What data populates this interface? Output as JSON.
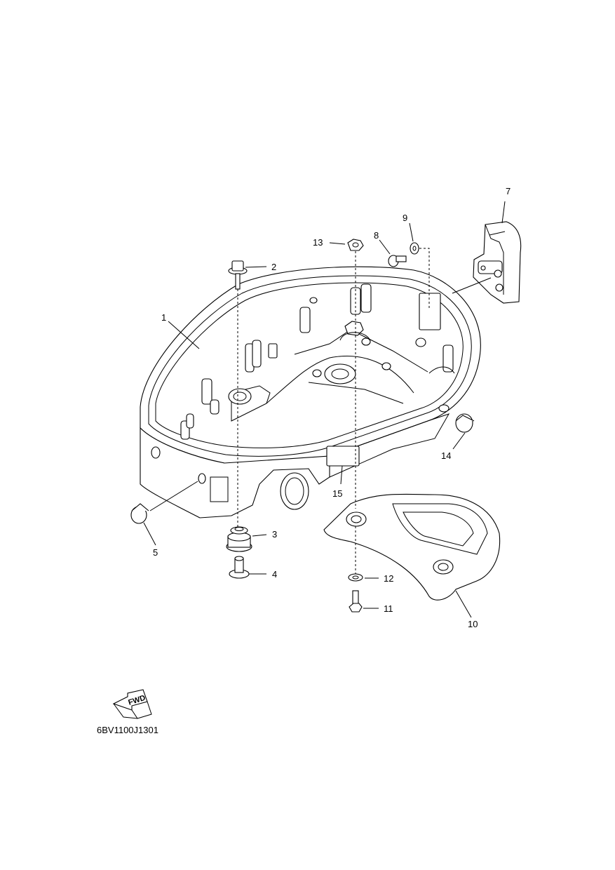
{
  "diagram": {
    "code": "6BV1100J1301",
    "fwd_label": "FWD",
    "callouts": [
      "1",
      "2",
      "3",
      "4",
      "5",
      "7",
      "8",
      "9",
      "10",
      "11",
      "12",
      "13",
      "14",
      "15"
    ]
  }
}
